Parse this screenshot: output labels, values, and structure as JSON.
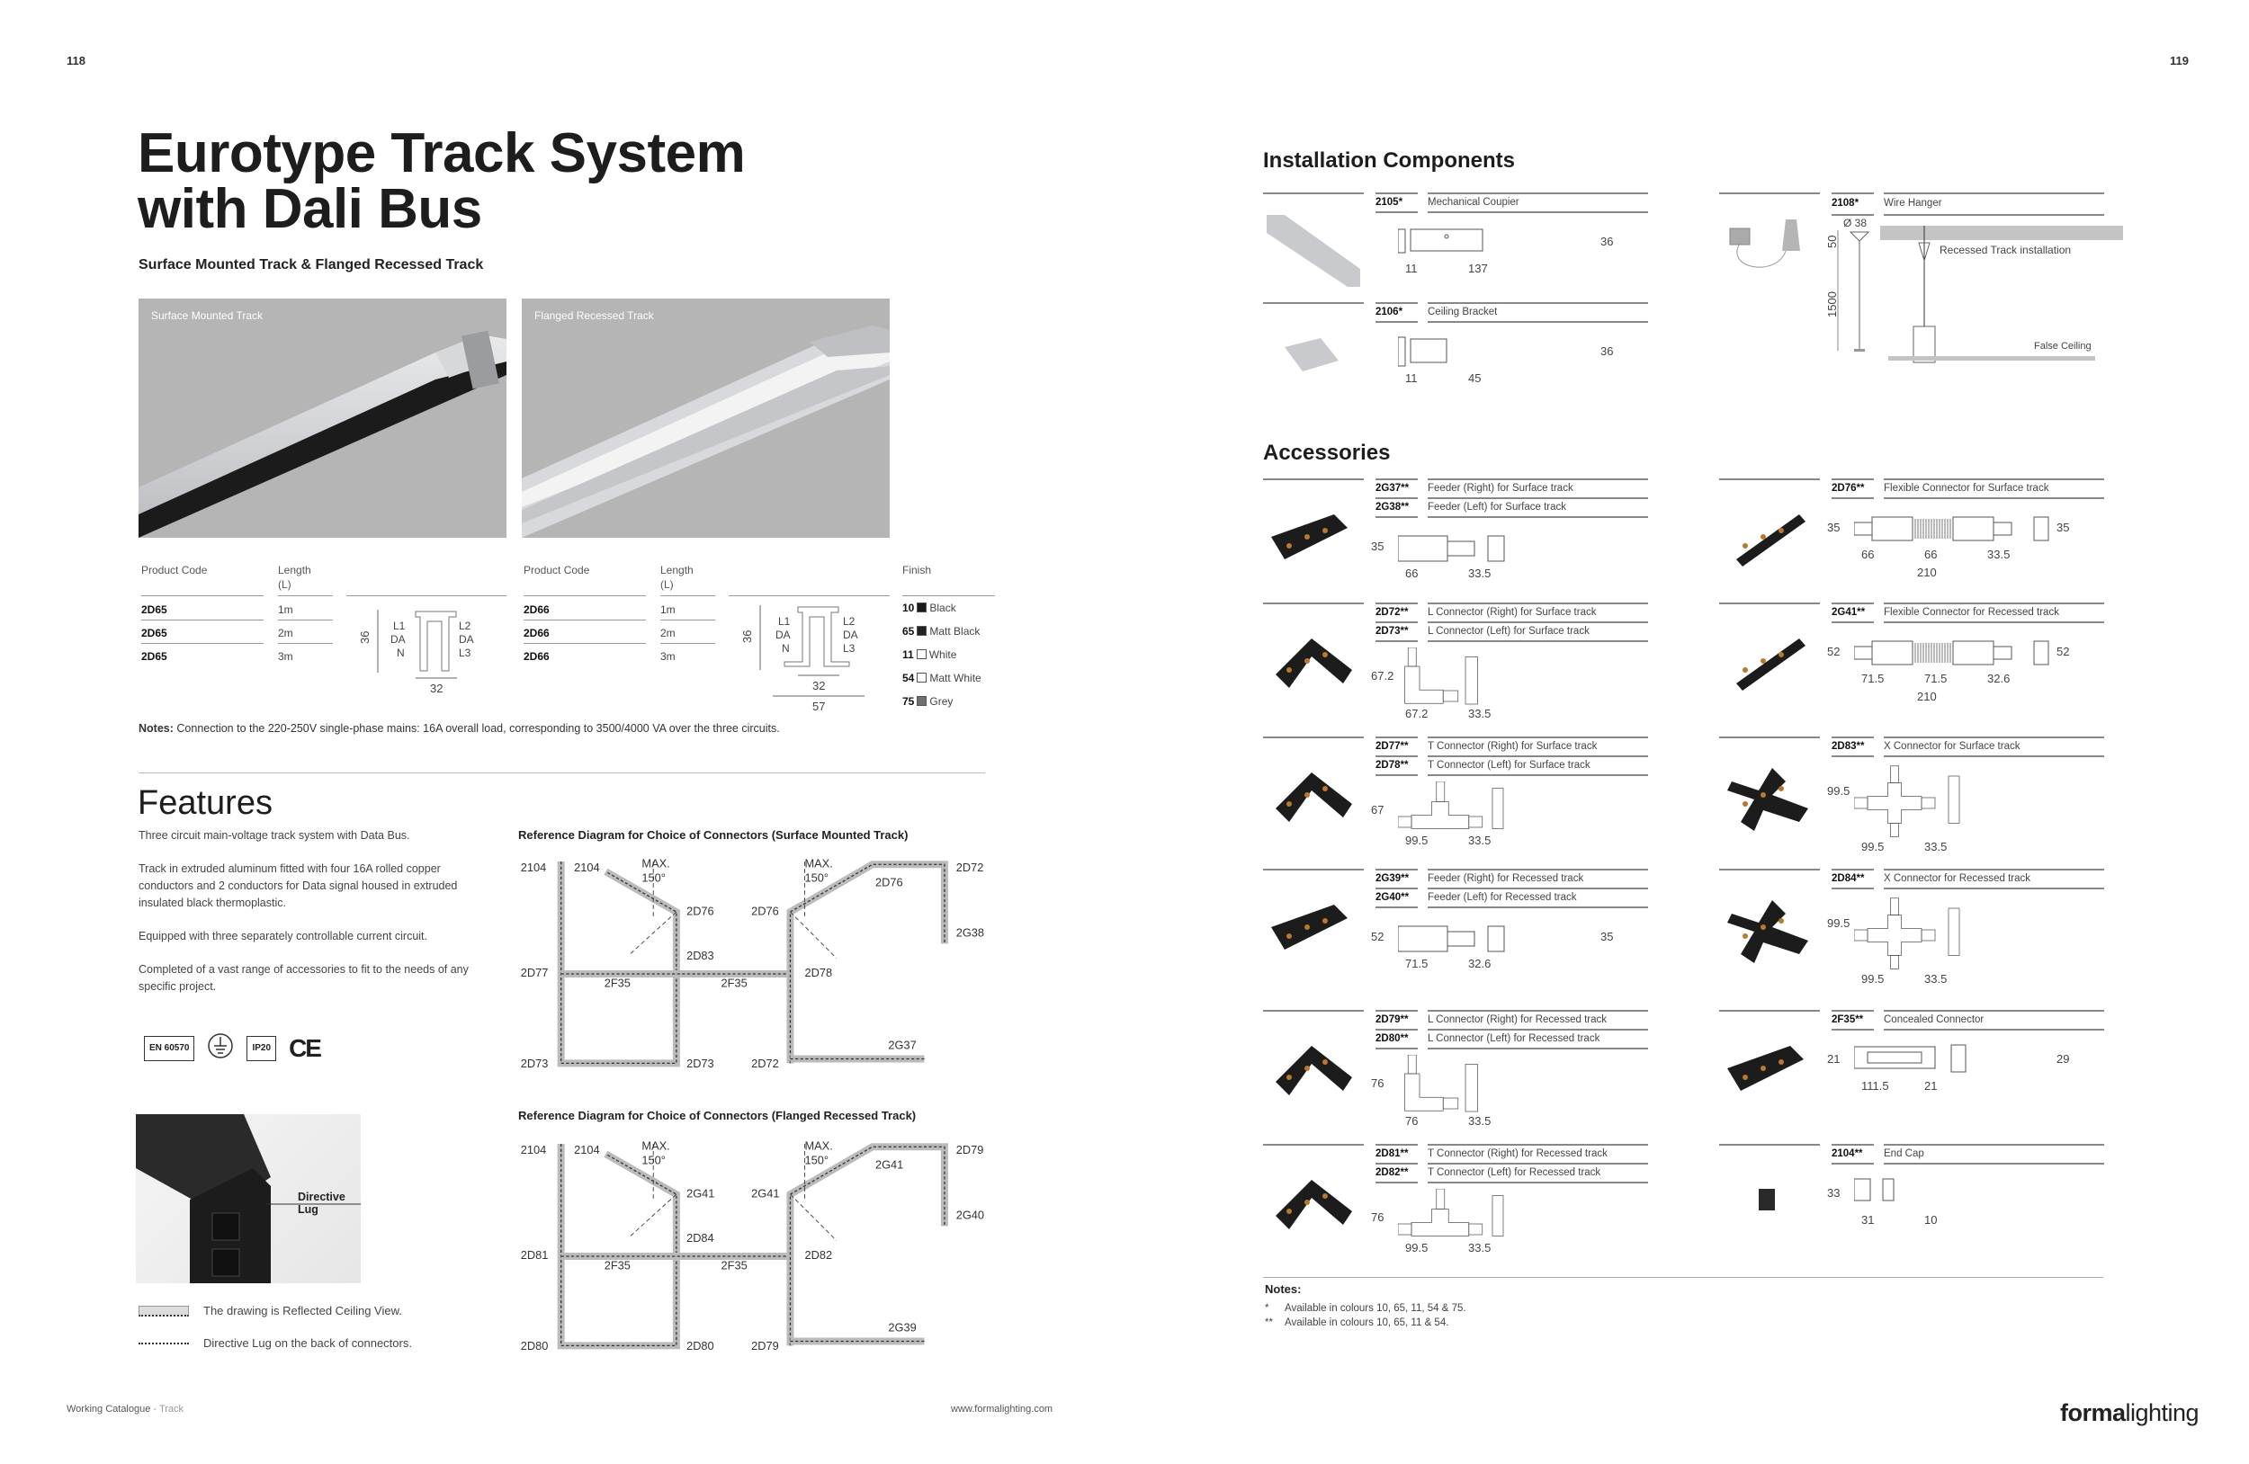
{
  "left_page": {
    "page_number": "118",
    "title_line1": "Eurotype Track System",
    "title_line2": "with Dali Bus",
    "subtitle": "Surface Mounted Track & Flanged Recessed Track",
    "photos": {
      "surface": "Surface Mounted Track",
      "flanged": "Flanged Recessed Track"
    },
    "surface_table": {
      "headers": [
        "Product Code",
        "Length",
        "(L)"
      ],
      "rows": [
        [
          "2D65",
          "1m"
        ],
        [
          "2D65",
          "2m"
        ],
        [
          "2D65",
          "3m"
        ]
      ],
      "profile_labels": {
        "height": "36",
        "width": "32",
        "left": [
          "L1",
          "DA",
          "N"
        ],
        "right": [
          "L2",
          "DA",
          "L3"
        ]
      }
    },
    "flanged_table": {
      "headers": [
        "Product Code",
        "Length",
        "(L)"
      ],
      "rows": [
        [
          "2D66",
          "1m"
        ],
        [
          "2D66",
          "2m"
        ],
        [
          "2D66",
          "3m"
        ]
      ],
      "profile_labels": {
        "height": "36",
        "width": "32",
        "flange_width": "57",
        "left": [
          "L1",
          "DA",
          "N"
        ],
        "right": [
          "L2",
          "DA",
          "L3"
        ]
      }
    },
    "finish": {
      "header": "Finish",
      "items": [
        {
          "code": "10",
          "name": "Black",
          "color": "#1a1a1a"
        },
        {
          "code": "65",
          "name": "Matt Black",
          "color": "#222222"
        },
        {
          "code": "11",
          "name": "White",
          "color": "#ffffff"
        },
        {
          "code": "54",
          "name": "Matt White",
          "color": "#ffffff"
        },
        {
          "code": "75",
          "name": "Grey",
          "color": "#6e6e6e"
        }
      ]
    },
    "notes_label": "Notes:",
    "notes_text": "Connection to the 220-250V single-phase mains: 16A overall load, corresponding to 3500/4000 VA over the three circuits.",
    "features": {
      "heading": "Features",
      "paragraphs": [
        "Three circuit main-voltage track system with Data Bus.",
        "Track in extruded aluminum fitted with four 16A rolled copper conductors and 2 conductors for Data signal housed in extruded insulated black thermoplastic.",
        "Equipped with three separately controllable current circuit.",
        "Completed of a vast range of accessories to fit to the needs of any specific project."
      ],
      "certifications": [
        "EN 60570",
        "earth",
        "IP20",
        "CE"
      ]
    },
    "directive_lug": "Directive Lug",
    "legend": [
      "The drawing is Reflected Ceiling View.",
      "Directive Lug on the back of connectors."
    ],
    "diagram_surface": {
      "title": "Reference Diagram for Choice of Connectors  (Surface Mounted Track)",
      "labels": [
        "2104",
        "2104",
        "MAX.",
        "150°",
        "2D76",
        "2D76",
        "MAX.",
        "150°",
        "2D72",
        "2D76",
        "2G38",
        "2D83",
        "2D77",
        "2F35",
        "2F35",
        "2D78",
        "2G37",
        "2D73",
        "2D73",
        "2D72"
      ]
    },
    "diagram_flanged": {
      "title": "Reference Diagram for Choice of Connectors  (Flanged Recessed Track)",
      "labels": [
        "2104",
        "2104",
        "MAX.",
        "150°",
        "2G41",
        "2G41",
        "MAX.",
        "150°",
        "2D79",
        "2G41",
        "2G40",
        "2D84",
        "2D81",
        "2F35",
        "2F35",
        "2D82",
        "2G39",
        "2D80",
        "2D80",
        "2D79"
      ]
    },
    "footer_left": "Working Catalogue",
    "footer_section": "Track",
    "footer_url": "www.formalighting.com"
  },
  "right_page": {
    "page_number": "119",
    "installation_heading": "Installation Components",
    "installation": [
      {
        "codes": [
          "2105*"
        ],
        "descs": [
          "Mechanical Coupier"
        ],
        "shape": "coupler",
        "left": "",
        "right": "36",
        "bottom": [
          "11",
          "137"
        ],
        "total": ""
      },
      {
        "codes": [
          "2106*"
        ],
        "descs": [
          "Ceiling Bracket"
        ],
        "shape": "bracket",
        "left": "",
        "right": "36",
        "bottom": [
          "11",
          "45"
        ],
        "total": ""
      }
    ],
    "wire_hanger": {
      "code": "2108*",
      "desc": "Wire Hanger",
      "diameter": "Ø 38",
      "dim1": "50",
      "dim2": "1500",
      "recessed": "Recessed Track installation",
      "ceiling": "False Ceiling"
    },
    "accessories_heading": "Accessories",
    "accessories": [
      {
        "codes": [
          "2G37**",
          "2G38**"
        ],
        "descs": [
          "Feeder (Right) for Surface track",
          "Feeder (Left) for Surface track"
        ],
        "shape": "bar",
        "left": "35",
        "right": "",
        "bottom": [
          "66",
          "33.5"
        ],
        "total": ""
      },
      {
        "codes": [
          "2D76**"
        ],
        "descs": [
          "Flexible Connector for Surface track"
        ],
        "shape": "flex",
        "left": "35",
        "right": "35",
        "bottom": [
          "66",
          "66",
          "33.5"
        ],
        "total": "210"
      },
      {
        "codes": [
          "2D72**",
          "2D73**"
        ],
        "descs": [
          "L Connector (Right) for Surface track",
          "L Connector (Left) for Surface track"
        ],
        "shape": "L",
        "left": "67.2",
        "right": "",
        "bottom": [
          "67.2",
          "33.5"
        ],
        "total": ""
      },
      {
        "codes": [
          "2G41**"
        ],
        "descs": [
          "Flexible Connector for Recessed track"
        ],
        "shape": "flex",
        "left": "52",
        "right": "52",
        "bottom": [
          "71.5",
          "71.5",
          "32.6"
        ],
        "total": "210"
      },
      {
        "codes": [
          "2D77**",
          "2D78**"
        ],
        "descs": [
          "T Connector (Right) for Surface track",
          "T Connector (Left) for Surface track"
        ],
        "shape": "T",
        "left": "67",
        "right": "",
        "bottom": [
          "99.5",
          "33.5"
        ],
        "total": ""
      },
      {
        "codes": [
          "2D83**"
        ],
        "descs": [
          "X Connector for Surface track"
        ],
        "shape": "X",
        "left": "99.5",
        "right": "",
        "bottom": [
          "99.5",
          "33.5"
        ],
        "total": ""
      },
      {
        "codes": [
          "2G39**",
          "2G40**"
        ],
        "descs": [
          "Feeder (Right) for Recessed track",
          "Feeder (Left) for Recessed track"
        ],
        "shape": "bar",
        "left": "52",
        "right": "35",
        "bottom": [
          "71.5",
          "32.6"
        ],
        "total": ""
      },
      {
        "codes": [
          "2D84**"
        ],
        "descs": [
          "X Connector for Recessed track"
        ],
        "shape": "X",
        "left": "99.5",
        "right": "",
        "bottom": [
          "99.5",
          "33.5"
        ],
        "total": ""
      },
      {
        "codes": [
          "2D79**",
          "2D80**"
        ],
        "descs": [
          "L Connector (Right) for Recessed track",
          "L Connector (Left) for Recessed track"
        ],
        "shape": "L",
        "left": "76",
        "right": "",
        "bottom": [
          "76",
          "33.5"
        ],
        "total": ""
      },
      {
        "codes": [
          "2F35**"
        ],
        "descs": [
          "Concealed Connector"
        ],
        "shape": "concealed",
        "left": "21",
        "right": "29",
        "bottom": [
          "111.5",
          "21"
        ],
        "total": ""
      },
      {
        "codes": [
          "2D81**",
          "2D82**"
        ],
        "descs": [
          "T Connector (Right) for Recessed track",
          "T Connector (Left) for Recessed track"
        ],
        "shape": "T",
        "left": "76",
        "right": "",
        "bottom": [
          "99.5",
          "33.5"
        ],
        "total": ""
      },
      {
        "codes": [
          "2104**"
        ],
        "descs": [
          "End Cap"
        ],
        "shape": "cap",
        "left": "33",
        "right": "",
        "bottom": [
          "31",
          "10"
        ],
        "total": ""
      }
    ],
    "notes_heading": "Notes:",
    "notes": [
      {
        "mark": "*",
        "text": "Available in colours 10, 65, 11, 54 & 75."
      },
      {
        "mark": "**",
        "text": "Available in colours 10, 65, 11 & 54."
      }
    ],
    "logo_bold": "forma",
    "logo_light": "lighting"
  }
}
